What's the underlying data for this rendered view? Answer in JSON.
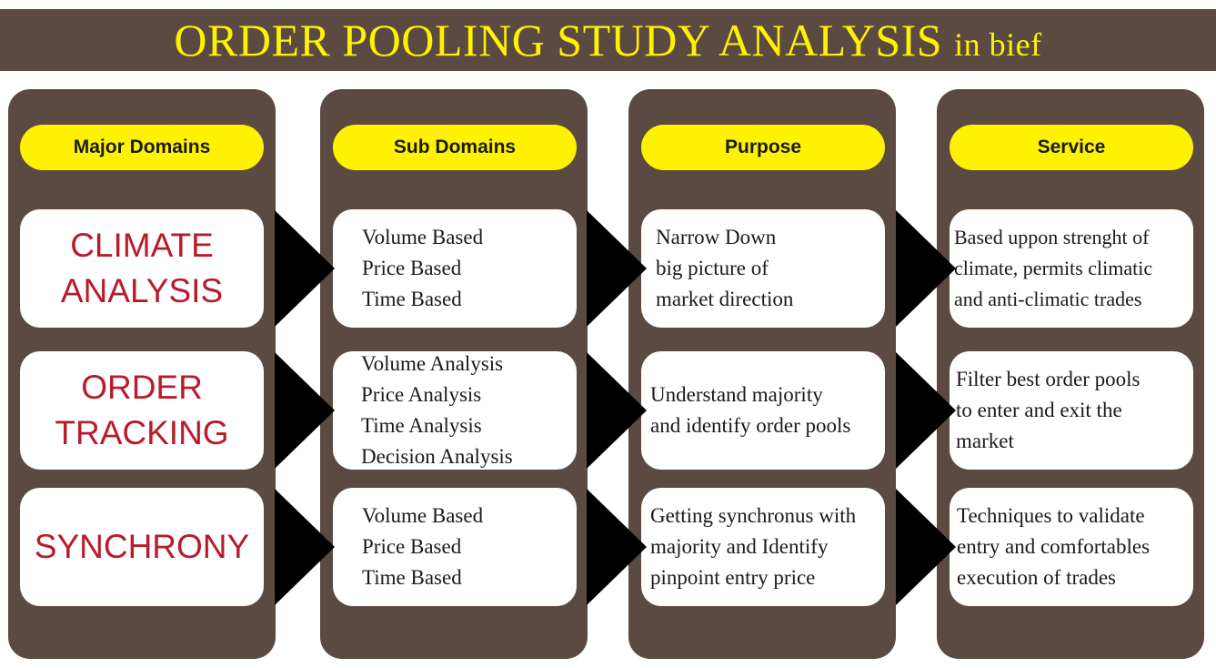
{
  "title": {
    "main": "ORDER POOLING STUDY ANALYSIS",
    "suffix": "in bief"
  },
  "columns": [
    {
      "header": "Major Domains"
    },
    {
      "header": "Sub Domains"
    },
    {
      "header": "Purpose"
    },
    {
      "header": "Service"
    }
  ],
  "rows": [
    {
      "domain": [
        "CLIMATE",
        "ANALYSIS"
      ],
      "sub": [
        "Volume Based",
        "Price Based",
        "Time Based"
      ],
      "purpose": [
        "Narrow Down",
        "big picture of",
        "market direction"
      ],
      "service": [
        "Based uppon strenght of",
        "climate, permits climatic",
        "and anti-climatic trades"
      ]
    },
    {
      "domain": [
        "ORDER",
        "TRACKING"
      ],
      "sub": [
        "Volume Analysis",
        "Price Analysis",
        "Time Analysis",
        "Decision Analysis"
      ],
      "purpose": [
        "Understand majority",
        "and identify order pools"
      ],
      "service": [
        "Filter best order pools",
        "to enter and exit the",
        "market"
      ]
    },
    {
      "domain": [
        "SYNCHRONY"
      ],
      "sub": [
        "Volume Based",
        "Price Based",
        "Time Based"
      ],
      "purpose": [
        "Getting synchronus with",
        "majority and Identify",
        "pinpoint entry price"
      ],
      "service": [
        "Techniques to validate",
        "entry and comfortables",
        "execution of trades"
      ]
    }
  ]
}
